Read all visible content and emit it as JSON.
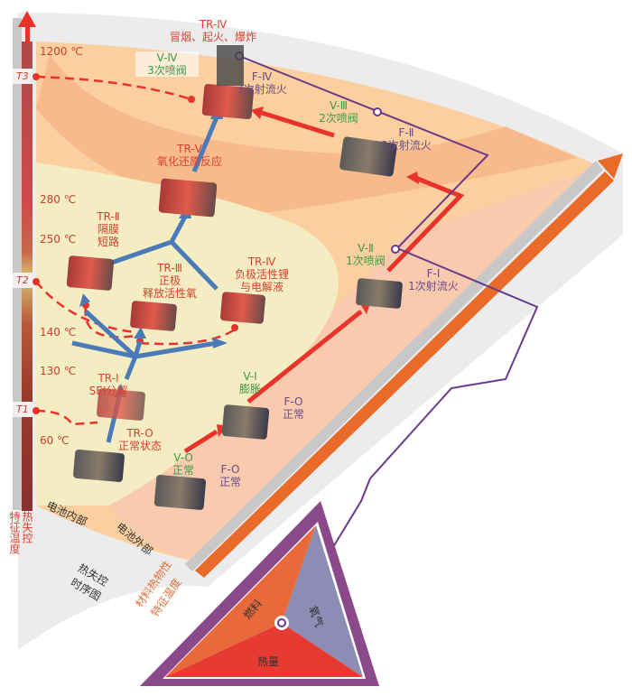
{
  "title_tr4": "TR-Ⅳ",
  "title_tr4_desc": "冒烟、起火、爆炸",
  "temperatures": [
    "1200 ℃",
    "280 ℃",
    "250 ℃",
    "140 ℃",
    "130 ℃",
    "60 ℃"
  ],
  "t_marks": [
    "T3",
    "T2",
    "T1"
  ],
  "internal": {
    "tr5": {
      "code": "TR-Ⅴ",
      "desc": "氧化还原反应"
    },
    "tr2": {
      "code": "TR-Ⅱ",
      "desc1": "隔膜",
      "desc2": "短路"
    },
    "tr3": {
      "code": "TR-Ⅲ",
      "desc1": "正极",
      "desc2": "释放活性氧"
    },
    "tr4b": {
      "code": "TR-Ⅳ",
      "desc1": "负极活性锂",
      "desc2": "与电解液"
    },
    "tr1": {
      "code": "TR-Ⅰ",
      "desc": "SEI分解"
    },
    "tr0": {
      "code": "TR-O",
      "desc": "正常状态"
    }
  },
  "external": {
    "v4": {
      "code": "V-Ⅳ",
      "desc": "3次喷阀"
    },
    "f4": {
      "code": "F-Ⅳ",
      "desc": "3次射流火"
    },
    "v3": {
      "code": "V-Ⅲ",
      "desc": "2次喷阀"
    },
    "f2": {
      "code": "F-Ⅱ",
      "desc": "2次射流火"
    },
    "v2": {
      "code": "V-Ⅱ",
      "desc": "1次喷阀"
    },
    "f1": {
      "code": "F-Ⅰ",
      "desc": "1次射流火"
    },
    "v1": {
      "code": "V-Ⅰ",
      "desc": "膨胀"
    },
    "fo1": {
      "code": "F-O",
      "desc": "正常"
    },
    "v0": {
      "code": "V-O",
      "desc": "正常"
    },
    "fo0": {
      "code": "F-O",
      "desc": "正常"
    }
  },
  "regions": {
    "inside": "电池内部",
    "outside": "电池外部",
    "timeline": "热失控\n时序图"
  },
  "timeline1": "热失控",
  "timeline2": "时序图",
  "axis_left1": "热失控",
  "axis_left2": "特征温度",
  "axis_right1": "材料热物性",
  "axis_right2": "特征温度",
  "triangle": {
    "fuel": "燃料",
    "oxygen": "氧气",
    "heat": "热量"
  },
  "colors": {
    "red": "#e8322a",
    "blue": "#4a7ab8",
    "purple": "#6a3a8a",
    "orange": "#ea6a2a"
  }
}
